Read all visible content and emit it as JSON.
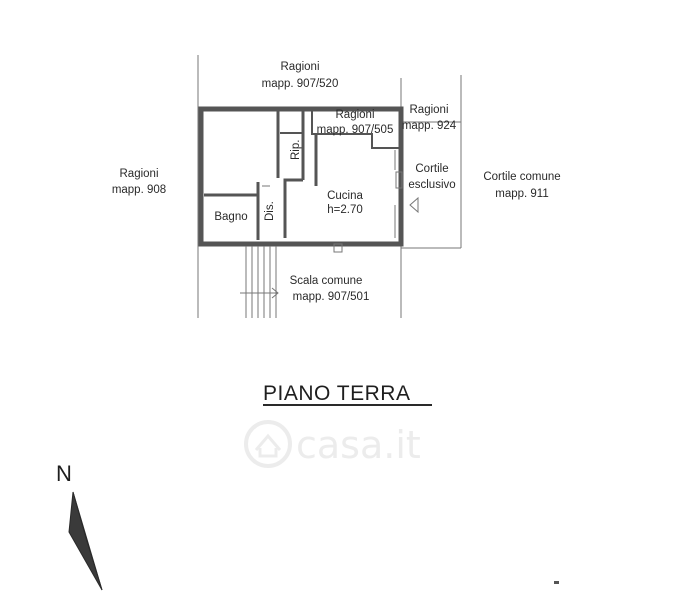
{
  "plan": {
    "labels": {
      "ragioni_top_1": "Ragioni",
      "ragioni_top_2": "mapp. 907/520",
      "ragioni_inner_1": "Ragioni",
      "ragioni_inner_2": "mapp. 907/505",
      "ragioni_right_1": "Ragioni",
      "ragioni_right_2": "mapp. 924",
      "ragioni_left_1": "Ragioni",
      "ragioni_left_2": "mapp. 908",
      "cortile_excl_1": "Cortile",
      "cortile_excl_2": "esclusivo",
      "cortile_com_1": "Cortile comune",
      "cortile_com_2": "mapp. 911",
      "rip": "Rip.",
      "cucina_1": "Cucina",
      "cucina_2": "h=2.70",
      "bagno": "Bagno",
      "dis": "Dis.",
      "scala_1": "Scala comune",
      "scala_2": "mapp. 907/501"
    },
    "title": "PIANO TERRA",
    "north": "N",
    "watermark": "casa.it"
  }
}
